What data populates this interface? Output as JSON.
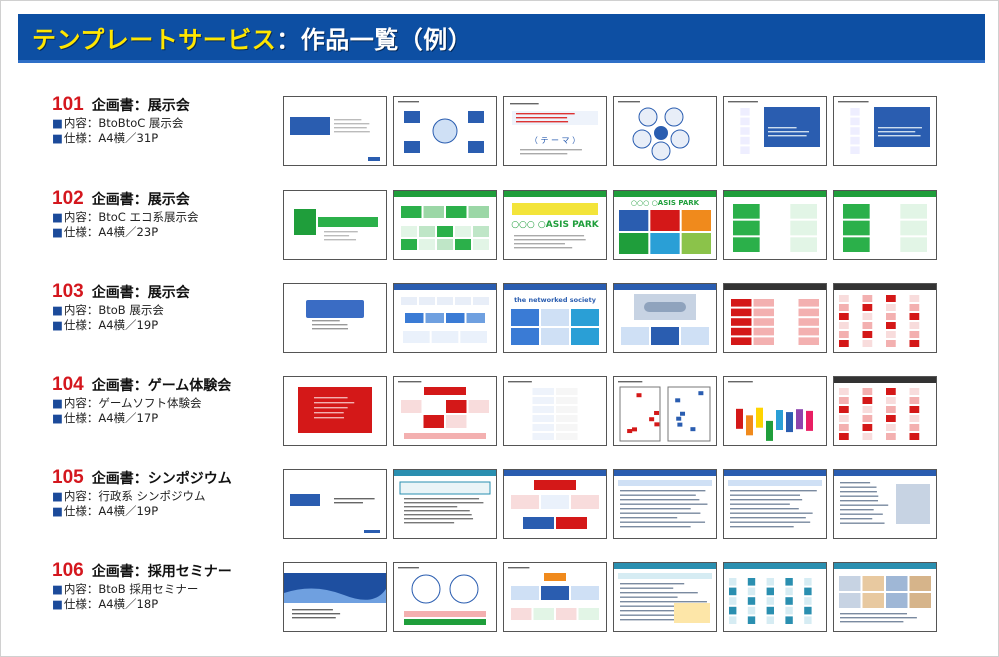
{
  "header": {
    "title_accent": "テンプレートサービス",
    "title_rest": "：作品一覧（例）"
  },
  "colors": {
    "header_bg": "#0d4fa3",
    "accent_yellow": "#ffe600",
    "number_red": "#d4171e",
    "bullet_blue": "#1b4a9a"
  },
  "items": [
    {
      "number": "101",
      "title": "企画書：展示会",
      "content": "内容：BtoBtoC 展示会",
      "spec": "仕様：A4横／31P",
      "thumbs": [
        "cover-blue",
        "diagram-blue",
        "theme-text",
        "cycle-diagram",
        "tables-blue",
        "tables-blue"
      ]
    },
    {
      "number": "102",
      "title": "企画書：展示会",
      "content": "内容：BtoC エコ系展示会",
      "spec": "仕様：A4横／23P",
      "thumbs": [
        "cover-green",
        "flow-green",
        "logo-green",
        "grid-color",
        "layout-green",
        "layout-green"
      ]
    },
    {
      "number": "103",
      "title": "企画書：展示会",
      "content": "内容：BtoB 展示会",
      "spec": "仕様：A4横／19P",
      "thumbs": [
        "cover-blue2",
        "flow-blue",
        "society",
        "photo-hands",
        "table-red",
        "grid-pink"
      ]
    },
    {
      "number": "104",
      "title": "企画書：ゲーム体験会",
      "content": "内容：ゲームソフト体験会",
      "spec": "仕様：A4横／17P",
      "thumbs": [
        "cover-red",
        "diagram-red",
        "table-plain",
        "floorplan",
        "chart-color",
        "grid-pink"
      ]
    },
    {
      "number": "105",
      "title": "企画書：シンポジウム",
      "content": "内容：行政系 シンポジウム",
      "spec": "仕様：A4横／19P",
      "thumbs": [
        "cover-blue3",
        "text-teal",
        "diagram-redblue",
        "doc-blue",
        "doc-blue",
        "doc-photo"
      ]
    },
    {
      "number": "106",
      "title": "企画書：採用セミナー",
      "content": "内容：BtoB 採用セミナー",
      "spec": "仕様：A4横／18P",
      "thumbs": [
        "cover-wave",
        "circles-text",
        "people-diagram",
        "doc-teal",
        "table-teal",
        "photo-collage"
      ]
    }
  ]
}
